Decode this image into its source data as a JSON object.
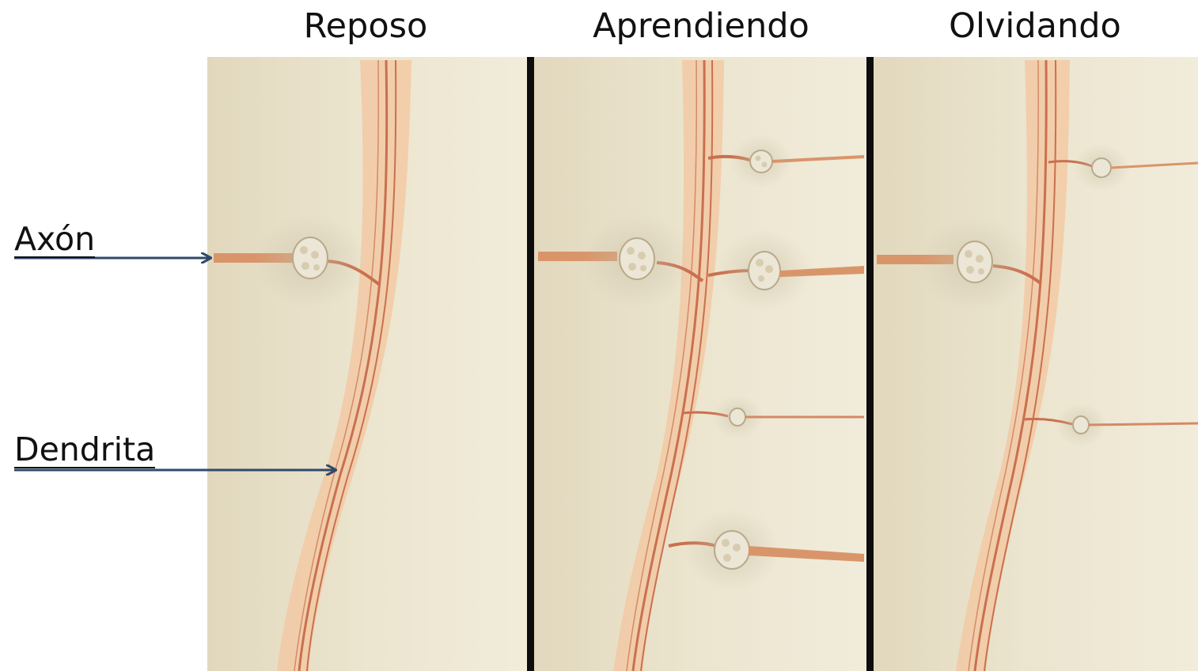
{
  "panels": [
    {
      "title": "Reposo"
    },
    {
      "title": "Aprendiendo"
    },
    {
      "title": "Olvidando"
    }
  ],
  "labels": {
    "axon": "Axón",
    "dendrite": "Dendrita"
  },
  "colors": {
    "background_light": "#efe9d6",
    "background_dark": "#e3dac0",
    "dendrite_sheath": "#f2c9a4",
    "dendrite_line": "#c9704f",
    "axon": "#d9956a",
    "synapse": "#ece6d6",
    "arrow": "#2f4a6a",
    "divider": "#0d0d0d"
  }
}
